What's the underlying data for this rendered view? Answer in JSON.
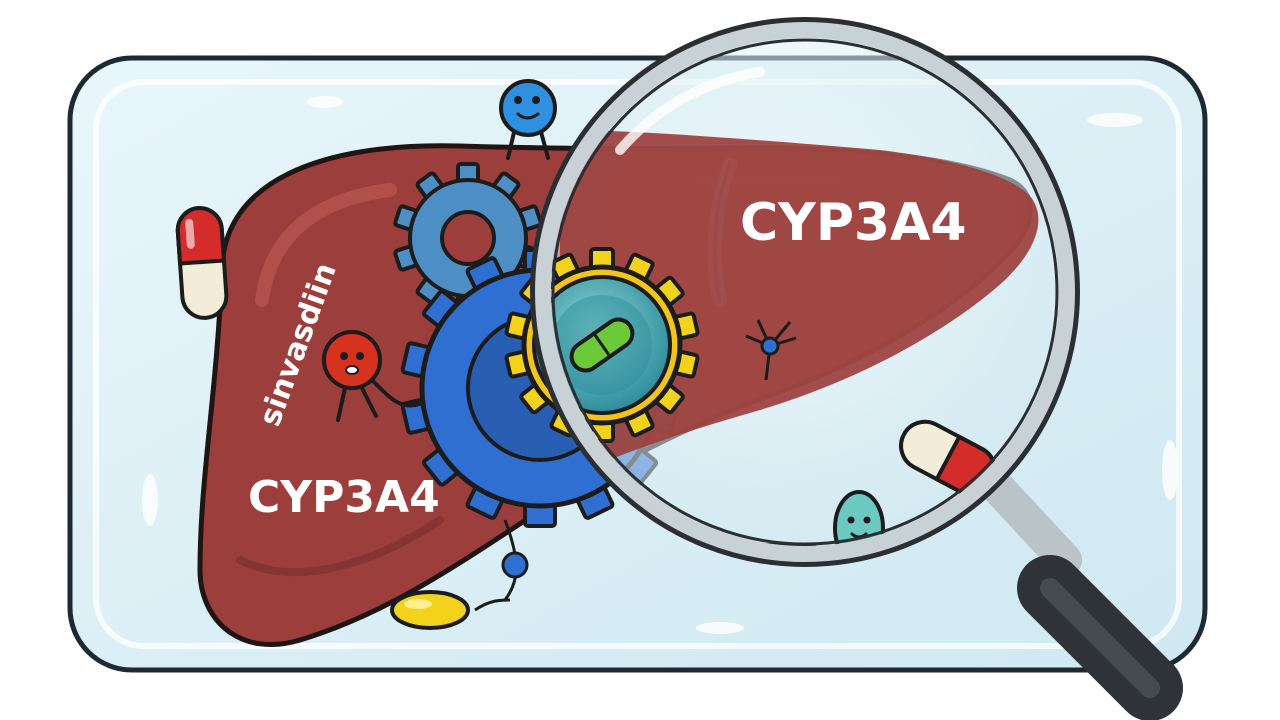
{
  "labels": {
    "enzyme_top": "CYP3A4",
    "enzyme_bottom": "CYP3A4",
    "drug": "sinvasdiin"
  },
  "colors": {
    "liver": "#9c3f3c",
    "liver_dark": "#6e2b2a",
    "panel": "#d8eef5",
    "panel_border": "#1c2a33",
    "gear_yellow": "#f2d21b",
    "gear_blue": "#2f6fd1",
    "gear_lightblue": "#4d8fc4",
    "capsule_red": "#d42b2b",
    "capsule_cream": "#f3ecd9",
    "capsule_green": "#6cc93a",
    "handle": "#2f3338"
  },
  "icons": [
    "liver-organ",
    "magnifying-glass-icon",
    "gear-icon",
    "capsule-icon",
    "blue-molecule-character",
    "red-molecule-character",
    "teal-pill-character",
    "yellow-oval-pill"
  ]
}
